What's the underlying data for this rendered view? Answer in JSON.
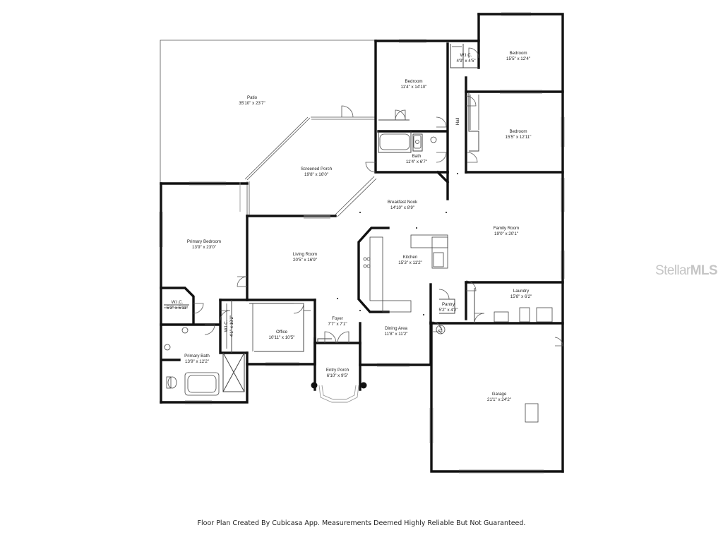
{
  "rooms": [
    {
      "id": "patio",
      "name": "Patio",
      "dims": "35'10\" x 23'7\""
    },
    {
      "id": "bedroom-2",
      "name": "Bedroom",
      "dims": "11'4\" x 14'10\""
    },
    {
      "id": "wic-bedroom",
      "name": "W.I.C.",
      "dims": "4'9\" x 4'5\""
    },
    {
      "id": "bedroom-3",
      "name": "Bedroom",
      "dims": "15'5\" x 12'4\""
    },
    {
      "id": "hall",
      "name": "Hall",
      "dims": ""
    },
    {
      "id": "bedroom-4",
      "name": "Bedroom",
      "dims": "15'5\" x 12'11\""
    },
    {
      "id": "bath",
      "name": "Bath",
      "dims": "11'4\" x 6'7\""
    },
    {
      "id": "screened-porch",
      "name": "Screened Porch",
      "dims": "19'8\" x 16'0\""
    },
    {
      "id": "breakfast-nook",
      "name": "Breakfast Nook",
      "dims": "14'10\" x 8'9\""
    },
    {
      "id": "family-room",
      "name": "Family Room",
      "dims": "19'0\" x 20'1\""
    },
    {
      "id": "primary-bedroom",
      "name": "Primary Bedroom",
      "dims": "13'9\" x 23'0\""
    },
    {
      "id": "living-room",
      "name": "Living Room",
      "dims": "20'5\" x 16'9\""
    },
    {
      "id": "kitchen",
      "name": "Kitchen",
      "dims": "15'3\" x 11'2\""
    },
    {
      "id": "laundry",
      "name": "Laundry",
      "dims": "15'8\" x 6'2\""
    },
    {
      "id": "wic-primary",
      "name": "W.I.C.",
      "dims": "5'3\" x 5'11\""
    },
    {
      "id": "pantry",
      "name": "Pantry",
      "dims": "5'2\" x 4'2\""
    },
    {
      "id": "foyer",
      "name": "Foyer",
      "dims": "7'7\" x 7'1\""
    },
    {
      "id": "office",
      "name": "Office",
      "dims": "10'11\" x 10'5\""
    },
    {
      "id": "dining-area",
      "name": "Dining Area",
      "dims": "11'8\" x 11'2\""
    },
    {
      "id": "primary-bath",
      "name": "Primary Bath",
      "dims": "13'9\" x 12'2\""
    },
    {
      "id": "entry-porch",
      "name": "Entry Porch",
      "dims": "6'10\" x 9'5\""
    },
    {
      "id": "garage",
      "name": "Garage",
      "dims": "21'1\" x 24'2\""
    }
  ],
  "wic_hall": {
    "name": "W.I.C.",
    "dims": "4'1\" x 10'2\""
  },
  "footer": "Floor Plan Created By Cubicasa App. Measurements Deemed Highly Reliable But Not Guaranteed.",
  "watermark": {
    "brand": "Stellar",
    "suffix": "MLS"
  },
  "colors": {
    "wall": "#111111",
    "thin": "#555555",
    "window": "#9a9a9a",
    "fixture": "#444444"
  }
}
